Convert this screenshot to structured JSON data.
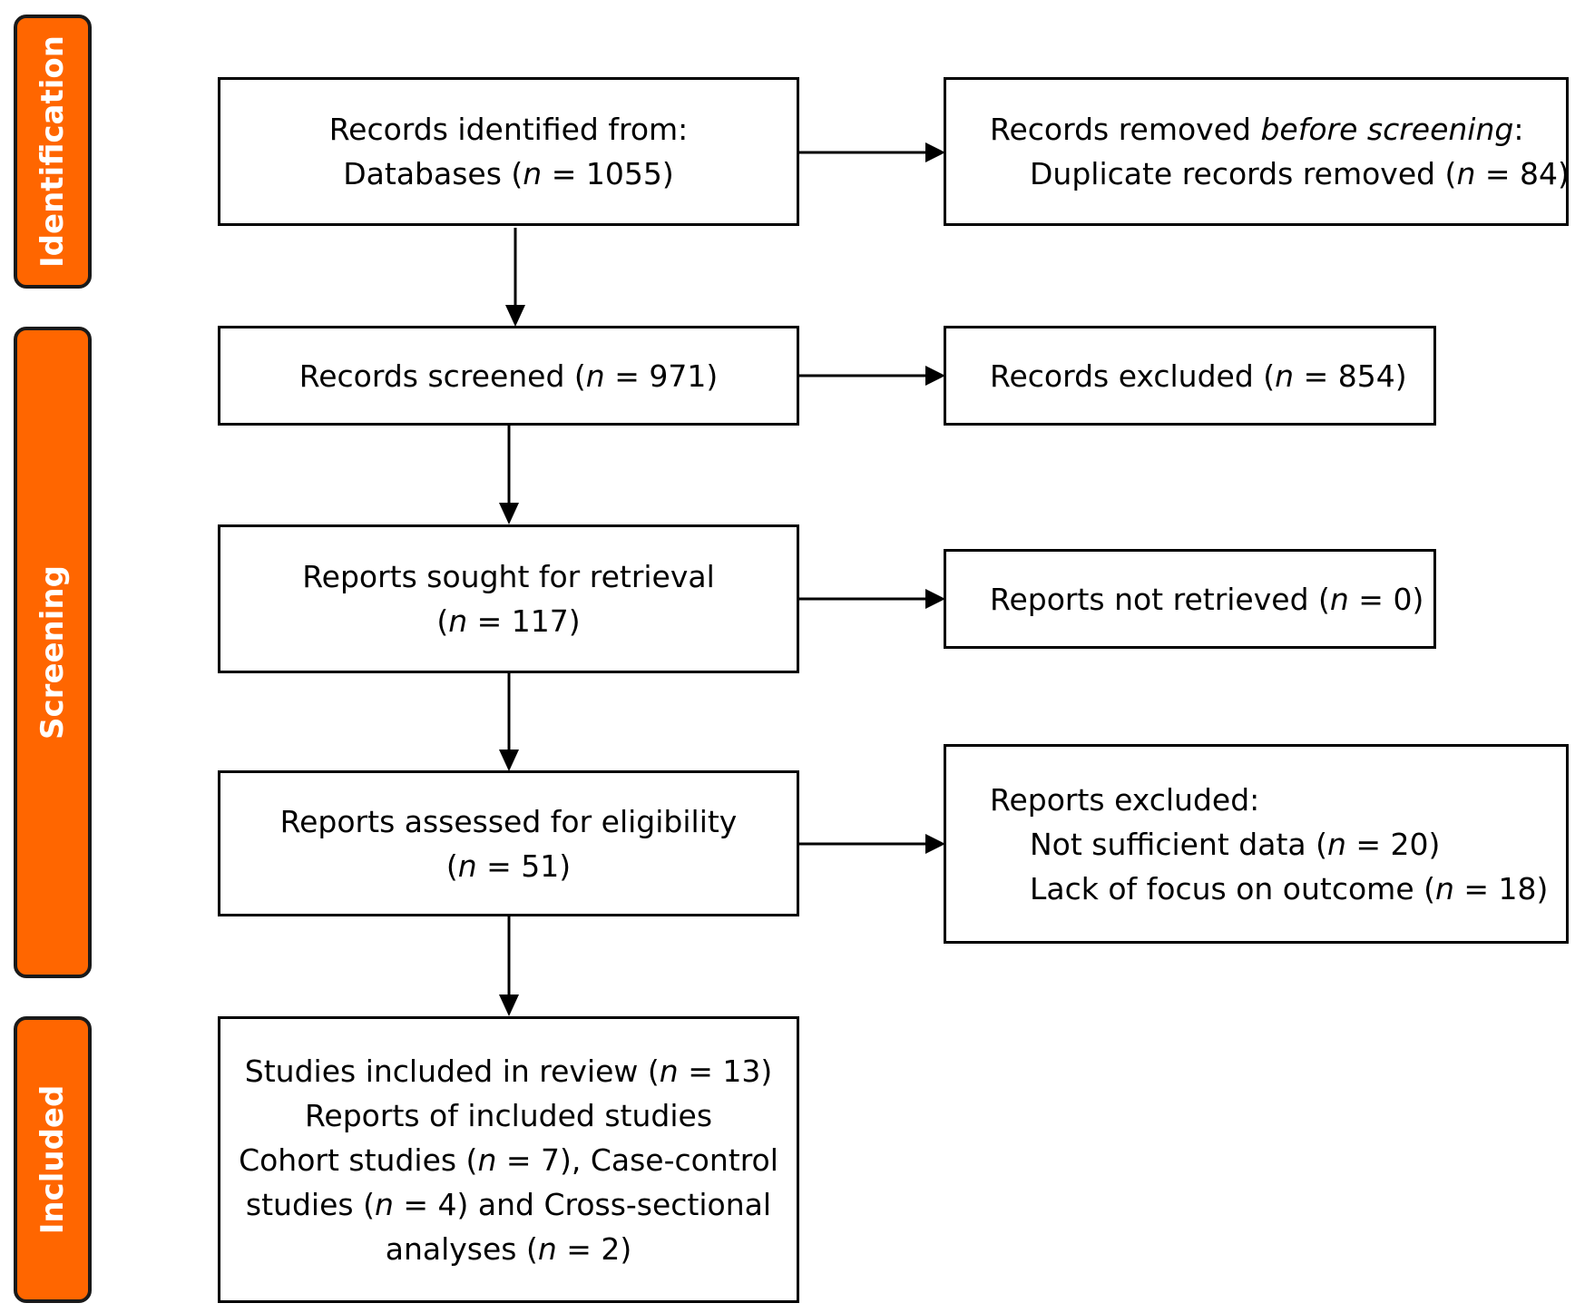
{
  "phases": {
    "identification": "Identification",
    "screening": "Screening",
    "included": "Included"
  },
  "colors": {
    "phase_fill": "#ff6600",
    "phase_border": "#1a1a1a",
    "box_border": "#000000"
  },
  "boxes": {
    "identified": {
      "title": "Records identified from:",
      "line2_pre": "Databases (",
      "n": "n",
      "line2_post": " = 1055)"
    },
    "removed": {
      "title_pre": "Records removed ",
      "title_em": "before screening",
      "title_post": ":",
      "line2_pre": "Duplicate records removed (",
      "n": "n",
      "line2_post": " = 84)"
    },
    "screened": {
      "pre": "Records screened (",
      "n": "n",
      "post": " = 971)"
    },
    "excluded": {
      "pre": "Records excluded (",
      "n": "n",
      "post": " = 854)"
    },
    "sought": {
      "title": "Reports sought for retrieval",
      "line2_pre": "(",
      "n": "n",
      "line2_post": " = 117)"
    },
    "not_retrieved": {
      "pre": "Reports not retrieved (",
      "n": "n",
      "post": " = 0)"
    },
    "assessed": {
      "title": "Reports assessed for eligibility",
      "line2_pre": "(",
      "n": "n",
      "line2_post": " = 51)"
    },
    "reports_excluded": {
      "title": "Reports excluded:",
      "r1_pre": "Not sufficient data (",
      "r1_n": "n",
      "r1_post": " = 20)",
      "r2_pre": "Lack of focus on outcome (",
      "r2_n": "n",
      "r2_post": " = 18)"
    },
    "included": {
      "l1_pre": "Studies included in review (",
      "l1_n": "n",
      "l1_post": " = 13)",
      "l2": "Reports of included studies",
      "l3_pre": "Cohort studies (",
      "l3_n": "n",
      "l3_post": " = 7), Case-control",
      "l4_pre": "studies (",
      "l4_n": "n",
      "l4_post": " = 4) and Cross-sectional",
      "l5_pre": "analyses (",
      "l5_n": "n",
      "l5_post": " = 2)"
    }
  }
}
